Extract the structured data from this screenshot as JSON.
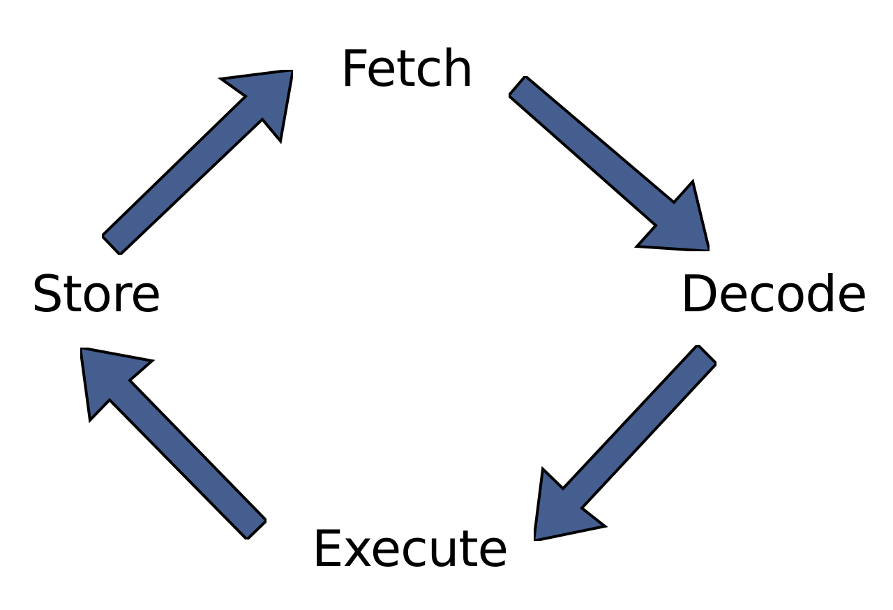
{
  "cycle": {
    "stages": [
      {
        "label": "Fetch"
      },
      {
        "label": "Decode"
      },
      {
        "label": "Execute"
      },
      {
        "label": "Store"
      }
    ]
  },
  "colors": {
    "arrow_fill": "#4a6496",
    "arrow_fill_light": "#5a76a8",
    "arrow_stroke": "#000000",
    "text": "#000000",
    "background": "#ffffff"
  },
  "icons": {
    "arrow": "arrow-icon"
  }
}
